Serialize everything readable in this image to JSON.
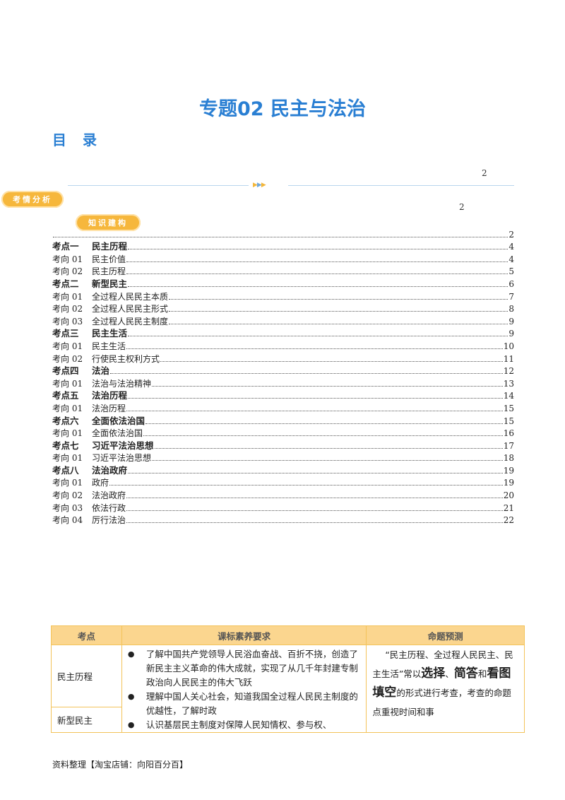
{
  "title": "专题02 民主与法治",
  "toc_heading": "目 录",
  "page_numbers": {
    "top1": "2",
    "top2": "2"
  },
  "badges": {
    "kaoqing": "考情分析",
    "zhishi": "知识建构"
  },
  "toc": [
    {
      "type": "pt",
      "num": "",
      "label": "",
      "page": "2"
    },
    {
      "type": "pt",
      "num": "考点一",
      "label": "民主历程",
      "page": "4"
    },
    {
      "type": "sub",
      "num": "考向 01",
      "label": "民主价值",
      "page": "4"
    },
    {
      "type": "sub",
      "num": "考向 02",
      "label": "民主历程",
      "page": "5"
    },
    {
      "type": "pt",
      "num": "考点二",
      "label": "新型民主",
      "page": "6"
    },
    {
      "type": "sub",
      "num": "考向 01",
      "label": "全过程人民民主本质",
      "page": "7"
    },
    {
      "type": "sub",
      "num": "考向 02",
      "label": "全过程人民民主形式",
      "page": "8"
    },
    {
      "type": "sub",
      "num": "考向 03",
      "label": "全过程人民民主制度",
      "page": "9"
    },
    {
      "type": "pt",
      "num": "考点三",
      "label": "民主生活",
      "page": "9"
    },
    {
      "type": "sub",
      "num": "考向 01",
      "label": "民主生活",
      "page": "10"
    },
    {
      "type": "sub",
      "num": "考向 02",
      "label": "行使民主权利方式",
      "page": "11"
    },
    {
      "type": "pt",
      "num": "考点四",
      "label": "法治",
      "page": "12"
    },
    {
      "type": "sub",
      "num": "考向 01",
      "label": "法治与法治精神",
      "page": "13"
    },
    {
      "type": "pt",
      "num": "考点五",
      "label": "法治历程",
      "page": "14"
    },
    {
      "type": "sub",
      "num": "考向 01",
      "label": "法治历程",
      "page": "15"
    },
    {
      "type": "pt",
      "num": "考点六",
      "label": "全面依法治国",
      "page": "15"
    },
    {
      "type": "sub",
      "num": "考向 01",
      "label": "全面依法治国",
      "page": "16"
    },
    {
      "type": "pt",
      "num": "考点七",
      "label": "习近平法治思想",
      "page": "17"
    },
    {
      "type": "sub",
      "num": "考向 01",
      "label": "习近平法治思想",
      "page": "18"
    },
    {
      "type": "pt",
      "num": "考点八",
      "label": "法治政府",
      "page": "19"
    },
    {
      "type": "sub",
      "num": "考向 01",
      "label": "政府",
      "page": "19"
    },
    {
      "type": "sub",
      "num": "考向 02",
      "label": "法治政府",
      "page": "20"
    },
    {
      "type": "sub",
      "num": "考向 03",
      "label": "依法行政",
      "page": "21"
    },
    {
      "type": "sub",
      "num": "考向 04",
      "label": "厉行法治",
      "page": "22"
    }
  ],
  "table": {
    "headers": [
      "考点",
      "课标素养要求",
      "命题预测"
    ],
    "rows": [
      {
        "topic": "民主历程"
      },
      {
        "topic": "新型民主"
      }
    ],
    "requirements": [
      "了解中国共产党领导人民浴血奋战、百折不挠，创造了新民主主义革命的伟大成就，实现了从几千年封建专制政治向人民民主的伟大飞跃",
      "理解中国人关心社会，知道我国全过程人民民主制度的优越性，了解时政",
      "认识基层民主制度对保障人民知情权、参与权、"
    ],
    "prediction": {
      "p1": "“民主历程、全过程人民民主、民主生活”常以",
      "b1": "选择",
      "p2": "、",
      "b2": "简答",
      "p3": "和",
      "b3": "看图填空",
      "p4": "的形式进行考查，考查的命题点重视时间和事"
    }
  },
  "footer": "资料整理【淘宝店铺：向阳百分百】",
  "colors": {
    "title": "#2a7fd3",
    "badge": "#f6b73c",
    "table_border": "#f3c35a",
    "table_header": "#fbd68f"
  }
}
